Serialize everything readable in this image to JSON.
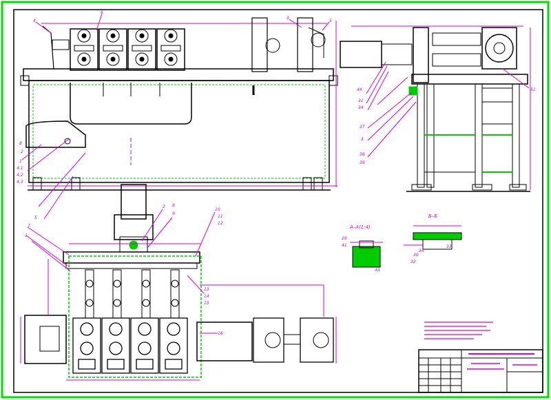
{
  "colors": {
    "frame": "#00dd00",
    "line": "#000000",
    "annotation": "#dd00dd",
    "green": "#00cc00",
    "paper": "#ffffff"
  },
  "views": {
    "section_aa": {
      "label": "А–А(1:4)"
    },
    "section_bb": {
      "label": "Б–Б"
    }
  },
  "callouts": {
    "front": [
      "4",
      "6",
      "3",
      "5",
      "8",
      "2",
      "1",
      "4.1",
      "4.2",
      "4.3"
    ],
    "plan": [
      "5",
      "7",
      "1",
      "2",
      "8",
      "9",
      "10",
      "11",
      "12",
      "13",
      "14",
      "15",
      "16"
    ],
    "side": [
      "44",
      "31",
      "34",
      "37",
      "3",
      "38",
      "39",
      "51"
    ],
    "section_aa": [
      "29",
      "41",
      "43"
    ],
    "section_bb": [
      "30",
      "32",
      "33",
      "34"
    ]
  },
  "title_block": {
    "doc_number": "",
    "title": "",
    "sheet": ""
  }
}
